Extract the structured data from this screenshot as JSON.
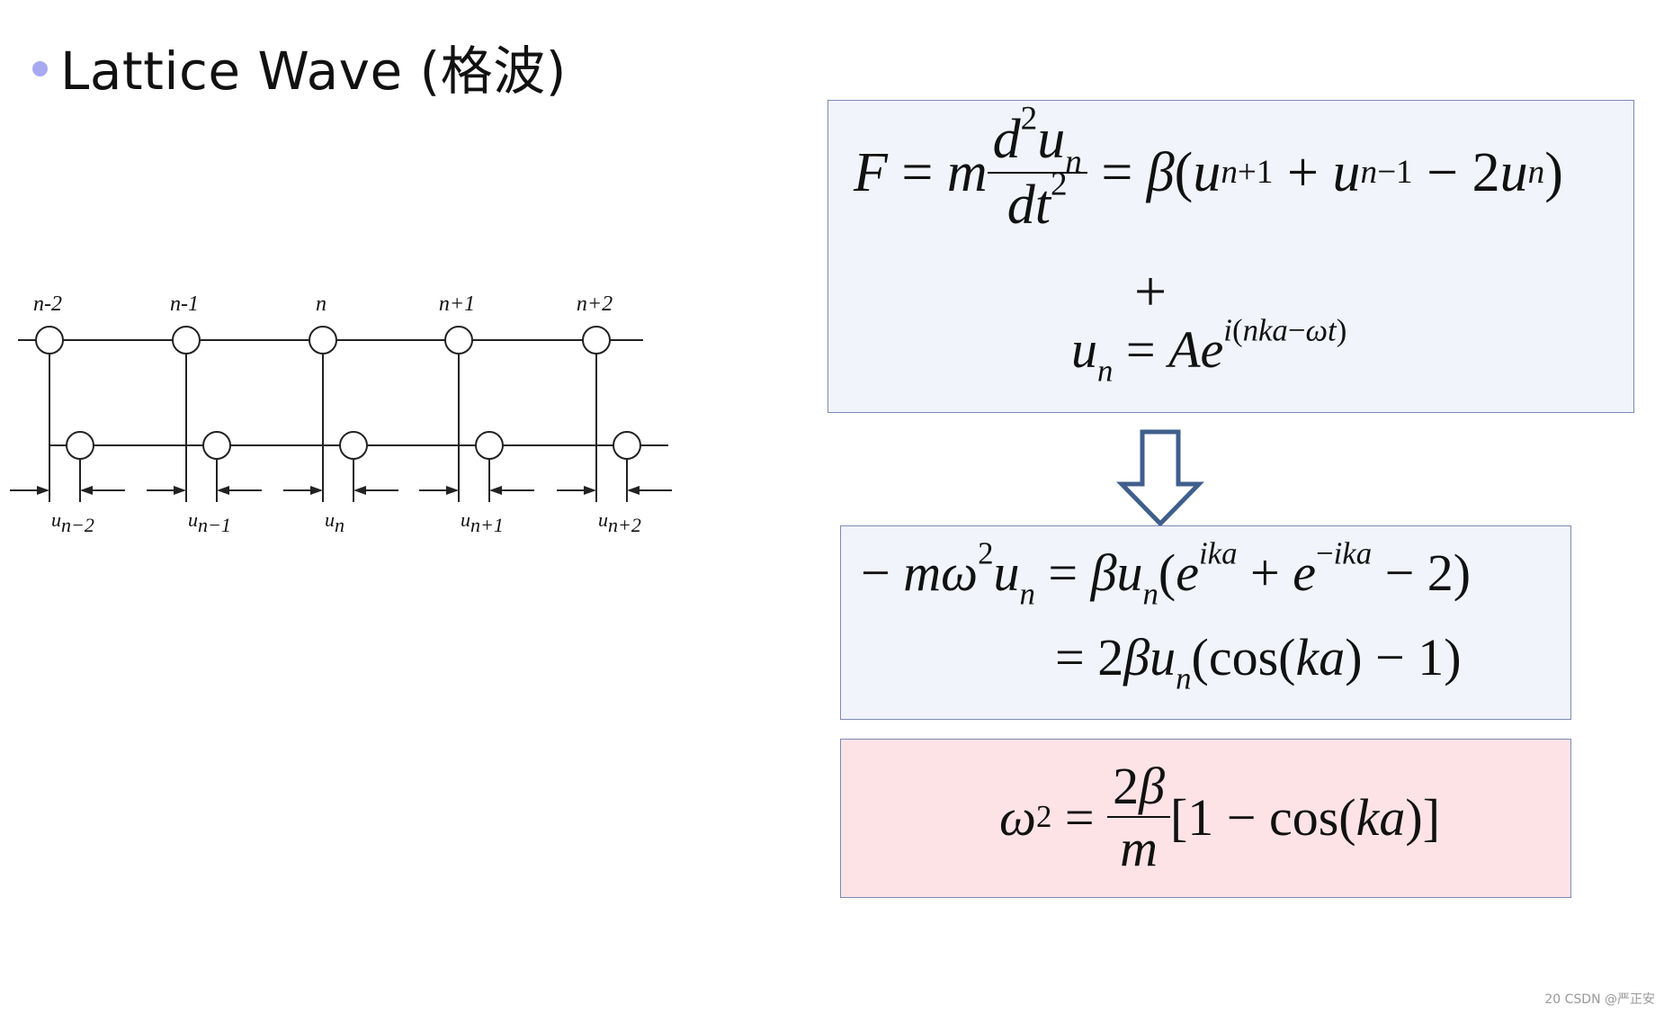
{
  "slide": {
    "title": "Lattice Wave (格波)",
    "page_number": "20",
    "watermark": "CSDN @严正安"
  },
  "diagram": {
    "top_labels": [
      "n-2",
      "n-1",
      "n",
      "n+1",
      "n+2"
    ],
    "displacement_symbol": "u",
    "displacement_subscripts": [
      "n−2",
      "n−1",
      "n",
      "n+1",
      "n+2"
    ]
  },
  "equations": {
    "newton": "F = m d²uₙ/dt² = β(uₙ₊₁ + uₙ₋₁ − 2uₙ)",
    "plus": "+",
    "trial_solution": "uₙ = A e^{i(nka−ωt)}",
    "substituted_line1": "−mω²uₙ = βuₙ(e^{ika} + e^{−ika} − 2)",
    "substituted_line2": "= 2βuₙ(cos(ka) − 1)",
    "dispersion": "ω² = (2β/m)[1 − cos(ka)]"
  },
  "colors": {
    "bullet": "#a9a9f2",
    "box_fill": "#f2f4fc",
    "box_border": "#7d8bb5",
    "result_fill": "#fde3e6",
    "arrow": "#3f5f8c"
  }
}
